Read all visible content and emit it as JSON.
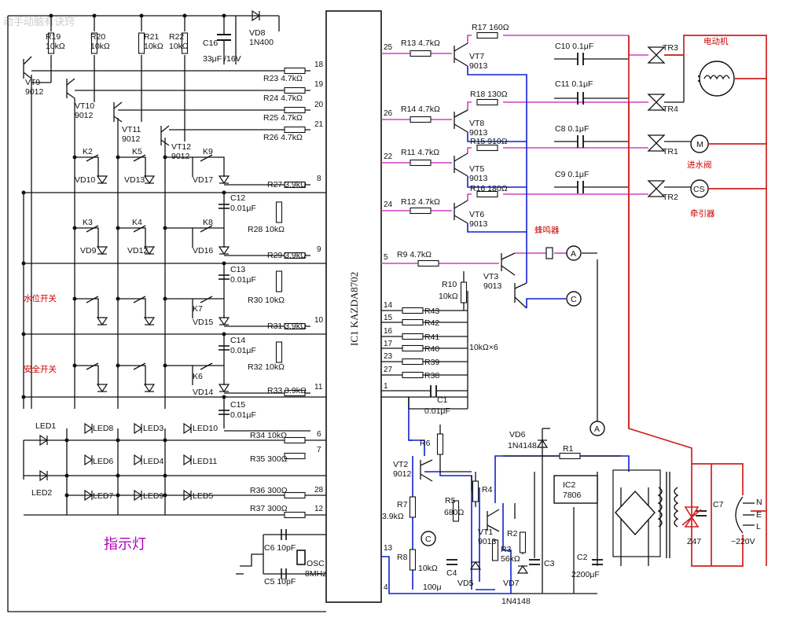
{
  "watermark": "动手动脑有诀窍",
  "ic": {
    "label": "IC1 KAZDA8702"
  },
  "annotations": {
    "indicator": "指示灯",
    "water_level_switch": "水位开关",
    "safety_switch": "安全开关",
    "motor": "电动机",
    "inlet_valve": "进水阀",
    "tractor": "牵引器",
    "buzzer": "蜂鸣器",
    "mains": "~220V"
  },
  "components": {
    "r19": "R19",
    "r19v": "10kΩ",
    "r20": "R20",
    "r20v": "10kΩ",
    "r21": "R21",
    "r21v": "10kΩ",
    "r22": "R22",
    "r22v": "10kΩ",
    "c16": "C16",
    "c16v": "33μF /16V",
    "vd8": "VD8",
    "vd8v": "1N400",
    "vt9": "VT9",
    "vt9v": "9012",
    "vt10": "VT10",
    "vt10v": "9012",
    "vt11": "VT11",
    "vt11v": "9012",
    "vt12": "VT12",
    "vt12v": "9012",
    "r23": "R23 4.7kΩ",
    "r24": "R24 4.7kΩ",
    "r25": "R25 4.7kΩ",
    "r26": "R26 4.7kΩ",
    "k2": "K2",
    "k5": "K5",
    "k9": "K9",
    "k3": "K3",
    "k4": "K4",
    "k8": "K8",
    "k7": "K7",
    "k6": "K6",
    "vd10": "VD10",
    "vd13": "VD13",
    "vd17": "VD17",
    "vd9": "VD9",
    "vd12": "VD12",
    "vd16": "VD16",
    "vd15": "VD15",
    "vd14": "VD14",
    "r27": "R27 3.9kΩ",
    "r28": "R28 10kΩ",
    "c12": "C12",
    "c12v": "0.01μF",
    "r29": "R29 3.9kΩ",
    "r30": "R30 10kΩ",
    "c13": "C13",
    "c13v": "0.01μF",
    "r31": "R31 3.9kΩ",
    "r32": "R32 10kΩ",
    "c14": "C14",
    "c14v": "0.01μF",
    "r33": "R33 3.9kΩ",
    "c15": "C15",
    "c15v": "0.01μF",
    "r34": "R34 10kΩ",
    "r35": "R35 300Ω",
    "r36": "R36 300Ω",
    "r37": "R37 300Ω",
    "led1": "LED1",
    "led2": "LED2",
    "led8": "LED8",
    "led6": "LED6",
    "led7": "LED7",
    "led3": "LED3",
    "led4": "LED4",
    "led9": "LED9",
    "led10": "LED10",
    "led11": "LED11",
    "led5": "LED5",
    "c6": "C6 10pF",
    "c5": "C5 10pF",
    "osc": "OSC",
    "oscv": "8MHz",
    "r13": "R13 4.7kΩ",
    "r17": "R17 160Ω",
    "vt7": "VT7",
    "vt7v": "9013",
    "r14": "R14 4.7kΩ",
    "r18": "R18 130Ω",
    "vt8": "VT8",
    "vt8v": "9013",
    "r11": "R11 4.7kΩ",
    "r15": "R15 910Ω",
    "vt5": "VT5",
    "vt5v": "9013",
    "r12": "R12 4.7kΩ",
    "r16": "R16 180Ω",
    "vt6": "VT6",
    "vt6v": "9013",
    "r9": "R9 4.7kΩ",
    "vt3": "VT3",
    "vt3v": "9013",
    "r10": "R10",
    "r10v": "10kΩ",
    "r43": "R43",
    "r42": "R42",
    "r41": "R41",
    "r40": "R40",
    "r39": "R39",
    "r38": "R38",
    "r_group": "10kΩ×6",
    "c1": "C1",
    "c1v": "0.01μF",
    "c10": "C10 0.1μF",
    "c11": "C11 0.1μF",
    "c8": "C8 0.1μF",
    "c9": "C9 0.1μF",
    "tr3": "TR3",
    "tr4": "TR4",
    "tr1": "TR1",
    "tr2": "TR2",
    "m": "M",
    "cs": "CS",
    "a": "A",
    "c": "C",
    "r6": "R6",
    "vt2": "VT2",
    "vt2v": "9012",
    "r7": "R7",
    "r7v": "3.9kΩ",
    "r8": "R8",
    "r8v": "10kΩ",
    "r5": "R5",
    "r5v": "680Ω",
    "r4": "R4",
    "vt1": "VT1",
    "vt1v": "9013",
    "r2": "R2",
    "r3": "R3",
    "r3v": "56kΩ",
    "c4": "C4",
    "c4v": "100μ",
    "vd5": "VD5",
    "vd7": "VD7",
    "vd7v": "1N4148",
    "vd6": "VD6",
    "vd6v": "1N4148",
    "r1": "R1",
    "ic2": "IC2",
    "ic2v": "7806",
    "c3": "C3",
    "c2": "C2",
    "c2v": "2200μF",
    "z47": "Z47",
    "c7": "C7",
    "n": "N",
    "e": "E",
    "l": "L"
  },
  "pins": {
    "p18": "18",
    "p19": "19",
    "p20": "20",
    "p21": "21",
    "p8": "8",
    "p9": "9",
    "p10": "10",
    "p11": "11",
    "p6": "6",
    "p7": "7",
    "p28": "28",
    "p12": "12",
    "p25": "25",
    "p26": "26",
    "p22": "22",
    "p24": "24",
    "p5": "5",
    "p14": "14",
    "p15": "15",
    "p16": "16",
    "p17": "17",
    "p23": "23",
    "p27": "27",
    "p1": "1",
    "p13": "13",
    "p4": "4"
  }
}
